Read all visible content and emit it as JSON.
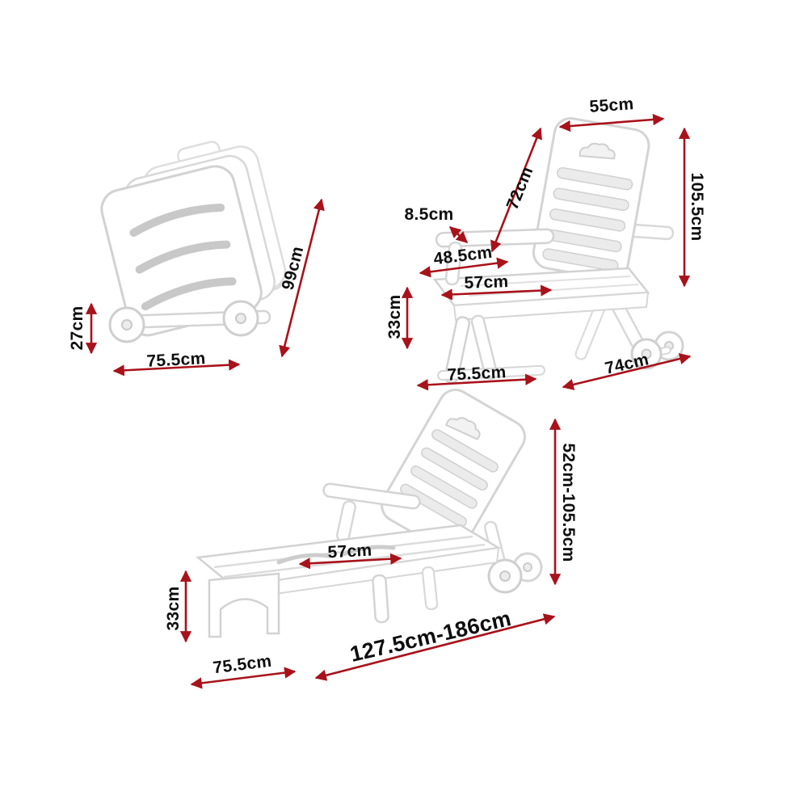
{
  "diagram": {
    "accent_color": "#A8121A",
    "folded_view": {
      "height": "27cm",
      "width": "75.5cm",
      "folded_length": "99cm"
    },
    "upright_view": {
      "backrest_width": "55cm",
      "backrest_length": "72cm",
      "armrest_height": "8.5cm",
      "seat_depth": "48.5cm",
      "seat_width": "57cm",
      "seat_height": "33cm",
      "base_width": "75.5cm",
      "base_depth": "74cm",
      "overall_height": "105.5cm"
    },
    "lounger_view": {
      "height_range": "52cm-105.5cm",
      "seat_width": "57cm",
      "seat_height": "33cm",
      "base_width": "75.5cm",
      "length_range": "127.5cm-186cm"
    }
  }
}
